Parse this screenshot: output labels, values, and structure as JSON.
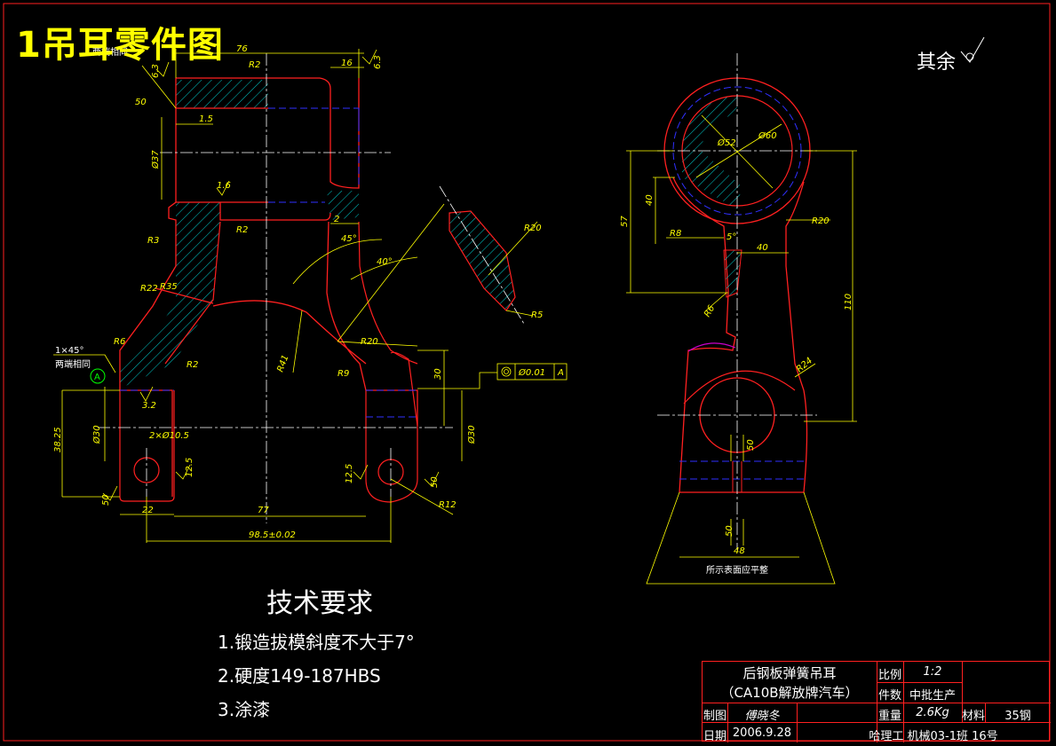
{
  "drawing_title": "1吊耳零件图",
  "rest_surface_note": "其余",
  "technical_requirements": {
    "heading": "技术要求",
    "items": [
      "1.锻造拔模斜度不大于7°",
      "2.硬度149-187HBS",
      "3.涂漆"
    ]
  },
  "title_block": {
    "part_name_line1": "后钢板弹簧吊耳",
    "part_name_line2": "（CA10B解放牌汽车）",
    "scale_label": "比例",
    "scale_value": "1:2",
    "count_label": "件数",
    "count_value": "中批生产",
    "drawn_label": "制图",
    "drawn_value": "傅晓冬",
    "weight_label": "重量",
    "weight_value": "2.6Kg",
    "material_label": "材料",
    "material_value": "35钢",
    "date_label": "日期",
    "date_value": "2006.9.28",
    "school_value": "哈理工 机械03-1班 16号"
  },
  "annotations": {
    "both_ends_same_top": "两端相同",
    "both_ends_same_left": "两端相同",
    "chamfer": "1×45°",
    "datum_a": "A",
    "surface_flat_note": "所示表面应平整",
    "tolerance_frame": "Ø0.01",
    "tolerance_datum": "A"
  },
  "dimensions_left": [
    "76",
    "16",
    "R2",
    "6.3",
    "50",
    "1.5",
    "Ø37",
    "1.6",
    "R3",
    "R2",
    "2",
    "45°",
    "40°",
    "R22",
    "R35",
    "R6",
    "R2",
    "R41",
    "R20",
    "R9",
    "R20",
    "R5",
    "30",
    "3.2",
    "Ø30",
    "2×Ø10.5",
    "38.25",
    "12.5",
    "12.5",
    "50",
    "50",
    "22",
    "77",
    "98.5±0.02",
    "R12",
    "Ø30",
    "6.3"
  ],
  "dimensions_right": [
    "Ø52",
    "Ø60",
    "57",
    "40",
    "R8",
    "5°",
    "40",
    "R20",
    "R6",
    "110",
    "R24",
    "50",
    "50",
    "48"
  ],
  "colors": {
    "outline": "#ff2020",
    "dimension": "#ffff00",
    "hatch": "#00c8c8",
    "hidden": "#3030ff",
    "center": "#ffffff",
    "title": "#ffff00"
  }
}
